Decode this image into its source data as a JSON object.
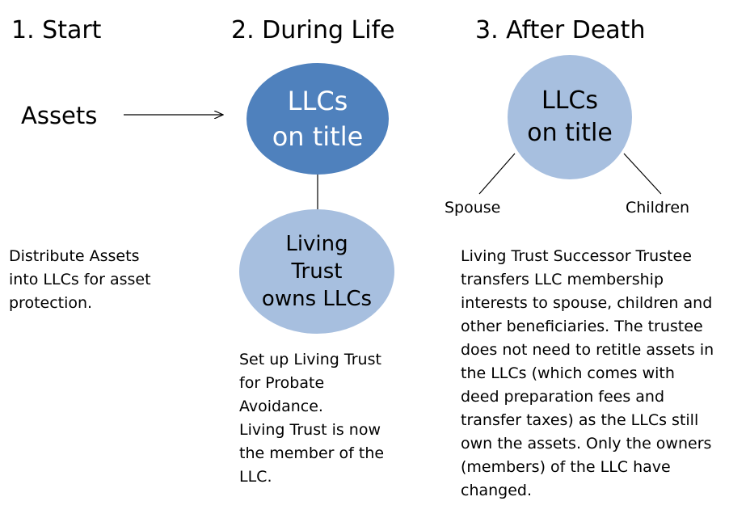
{
  "steps": [
    {
      "title": "1.  Start"
    },
    {
      "title": "2.  During Life"
    },
    {
      "title": "3.  After Death"
    }
  ],
  "assets_label": "Assets",
  "circles": {
    "during_life_llc": [
      "LLCs",
      "on title"
    ],
    "living_trust": [
      "Living",
      "Trust",
      "owns LLCs"
    ],
    "after_death_llc": [
      "LLCs",
      "on title"
    ]
  },
  "branches": {
    "spouse": "Spouse",
    "children": "Children"
  },
  "descriptions": {
    "start": [
      "Distribute Assets",
      "into LLCs for asset",
      "protection."
    ],
    "during_life": [
      "Set up Living Trust",
      "for Probate",
      "Avoidance.",
      "Living Trust is now",
      "the member of the",
      "LLC."
    ],
    "after_death": [
      "Living Trust Successor Trustee",
      "transfers LLC membership",
      "interests to spouse, children and",
      "other beneficiaries. The trustee",
      "does not need to retitle assets in",
      "the LLCs (which comes with",
      "deed preparation fees and",
      "transfer taxes) as the LLCs still",
      "own the assets. Only the owners",
      "(members) of the LLC have",
      "changed."
    ]
  },
  "colors": {
    "circle_dark": "#4f81bd",
    "circle_light": "#a7bfdf",
    "line": "#000000"
  }
}
